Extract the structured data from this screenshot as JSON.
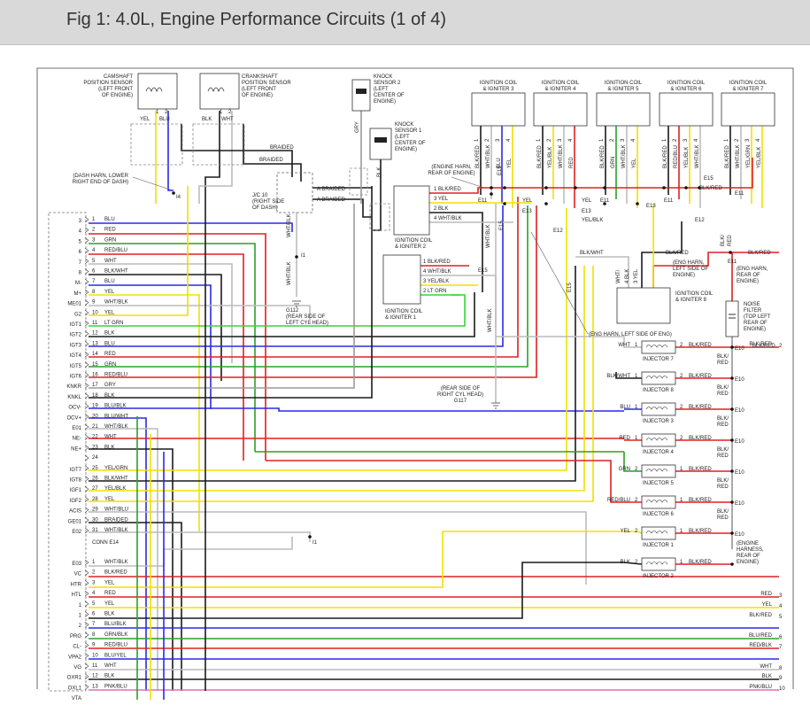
{
  "title": "Fig 1: 4.0L, Engine Performance Circuits (1 of 4)",
  "sensors": {
    "camshaft": [
      "CAMSHAFT",
      "POSITION SENSOR",
      "(LEFT FRONT",
      "OF ENGINE)"
    ],
    "crankshaft": [
      "CRANKSHAFT",
      "POSITION SENSOR",
      "(LEFT FRONT",
      "OF ENGINE)"
    ],
    "knock2": [
      "KNOCK",
      "SENSOR 2",
      "(LEFT",
      "CENTER OF",
      "ENGINE)"
    ],
    "knock1": [
      "KNOCK",
      "SENSOR 1",
      "(LEFT",
      "CENTER OF",
      "ENGINE)"
    ],
    "cam_pins": [
      "1",
      "2"
    ],
    "cam_wires": [
      "YEL",
      "BLU"
    ],
    "crank_pins": [
      "1",
      "2"
    ],
    "crank_wires": [
      "BLK",
      "WHT"
    ],
    "gry": "GRY",
    "blk": "BLK"
  },
  "coils_top": [
    "IGNITION COIL & IGNITER 3",
    "IGNITION COIL & IGNITER 4",
    "IGNITION COIL & IGNITER 5",
    "IGNITION COIL & IGNITER 6",
    "IGNITION COIL & IGNITER 7"
  ],
  "coil_wires": [
    [
      "BLK/RED",
      "WHT/BLK",
      "BLU",
      "YEL"
    ],
    [
      "BLK/RED",
      "YEL/BLK",
      "WHT/BLK",
      "RED"
    ],
    [
      "BLK/RED",
      "GRN",
      "WHT/BLK",
      "YEL"
    ],
    [
      "BLK/RED",
      "RED/BLU",
      "YEL/BLK",
      "WHT/BLK"
    ],
    [
      "BLK/RED",
      "WHT/BLK",
      "YEL/GRN",
      "YEL/BLK"
    ]
  ],
  "labels": {
    "braided1": "BRAIDED",
    "braided2": "BRAIDED",
    "dash_harn": [
      "(DASH HARN, LOWER",
      "RIGHT END OF DASH)"
    ],
    "i4": "I4",
    "jc10": [
      "J/C 10",
      "(RIGHT SIDE",
      "OF DASH)"
    ],
    "jc_braided": [
      "A BRAIDED",
      "A BRAIDED"
    ],
    "eng_harn_rear": [
      "(ENGINE HARN,",
      "REAR OF ENGINE)"
    ],
    "e15": "E15",
    "e11": "E11",
    "e12": "E12",
    "e13": "E13",
    "blk_red": "BLK/RED",
    "i1": "I1",
    "g112": [
      "G112",
      "(REAR SIDE OF",
      "LEFT CYL HEAD)"
    ],
    "g117": [
      "(REAR SIDE OF",
      "RIGHT CYL HEAD)",
      "G117"
    ],
    "coil2": [
      "IGNITION COIL",
      "& IGNITER 2"
    ],
    "coil1": [
      "IGNITION COIL",
      "& IGNITER 1"
    ],
    "coil8": [
      "IGNITION COIL",
      "& IGNITER 8"
    ],
    "coil2_pins": [
      "1 BLK/RED",
      "3 YEL",
      "2 BLK",
      "4 WHT/BLK"
    ],
    "coil1_pins": [
      "1 BLK/RED",
      "4 WHT/BLK",
      "3 YEL/BLK",
      "2 LT GRN"
    ],
    "eng_harn_left": "(ENG HARN, LEFT SIDE OF ENG)",
    "eng_harn_left2": [
      "(ENG HARN,",
      "LEFT SIDE OF",
      "ENGINE)"
    ],
    "eng_harn_rear2": [
      "(ENG HARN,",
      "REAR OF",
      "ENGINE)"
    ],
    "noise_filter": [
      "NOISE",
      "FILTER",
      "(TOP LEFT",
      "REAR OF",
      "ENGINE)"
    ],
    "blk_wht": "BLK/WHT",
    "yel_blk": "YEL/BLK",
    "wht_blk": "WHT/BLK",
    "yel": "YEL",
    "blk": "BLK",
    "e11b": "E11",
    "e10": "E10",
    "blk_red_e11": "BLK/RED",
    "engine_harness": [
      "(ENGINE",
      "HARNESS,",
      "REAR OF",
      "ENGINE)"
    ],
    "conn": "CONN E14",
    "i1b": "I1"
  },
  "injectors": [
    {
      "label": "INJECTOR 7",
      "in": "WHT",
      "out": "BLK/RED",
      "blkred": "BLK/ RED",
      "e": "E10"
    },
    {
      "label": "INJECTOR 8",
      "in": "BLK/WHT",
      "out": "BLK/RED",
      "blkred": "BLK/ RED",
      "e": "E10"
    },
    {
      "label": "INJECTOR 3",
      "in": "BLU",
      "out": "BLK/RED",
      "blkred": "BLK/ RED",
      "e": "E10"
    },
    {
      "label": "INJECTOR 4",
      "in": "RED",
      "out": "BLK/RED",
      "blkred": "BLK/ RED",
      "e": "E10"
    },
    {
      "label": "INJECTOR 5",
      "in": "GRN",
      "out": "BLK/RED",
      "blkred": "BLK/ RED",
      "e": "E10"
    },
    {
      "label": "INJECTOR 6",
      "in": "RED/BLU",
      "out": "BLK/RED",
      "blkred": "BLK/ RED",
      "e": "E10"
    },
    {
      "label": "INJECTOR 1",
      "in": "YEL",
      "out": "BLK/RED",
      "blkred": "",
      "e": "E10"
    },
    {
      "label": "INJECTOR 2",
      "in": "BLK",
      "out": "BLK/RED",
      "blkred": "",
      "e": ""
    }
  ],
  "pin_pairs": [
    [
      "1",
      "2"
    ],
    [
      "1",
      "2"
    ],
    [
      "1",
      "2"
    ],
    [
      "1",
      "2"
    ],
    [
      "2",
      "1"
    ],
    [
      "2",
      "1"
    ],
    [
      "2",
      "1"
    ],
    [
      "2",
      "1"
    ]
  ],
  "ecm_a": [
    {
      "term": "3",
      "pin": "1",
      "wire": "BLU"
    },
    {
      "term": "4",
      "pin": "2",
      "wire": "RED"
    },
    {
      "term": "5",
      "pin": "3",
      "wire": "GRN"
    },
    {
      "term": "6",
      "pin": "4",
      "wire": "RED/BLU"
    },
    {
      "term": "7",
      "pin": "5",
      "wire": "WHT"
    },
    {
      "term": "8",
      "pin": "6",
      "wire": "BLK/WHT"
    },
    {
      "term": "M-",
      "pin": "7",
      "wire": "BLU"
    },
    {
      "term": "M+",
      "pin": "8",
      "wire": "YEL"
    },
    {
      "term": "ME01",
      "pin": "9",
      "wire": "WHT/BLK"
    },
    {
      "term": "G2",
      "pin": "10",
      "wire": "YEL"
    },
    {
      "term": "IGT1",
      "pin": "11",
      "wire": "LT GRN"
    },
    {
      "term": "IGT2",
      "pin": "12",
      "wire": "BLK"
    },
    {
      "term": "IGT3",
      "pin": "13",
      "wire": "BLU"
    },
    {
      "term": "IGT4",
      "pin": "14",
      "wire": "RED"
    },
    {
      "term": "IGT5",
      "pin": "15",
      "wire": "GRN"
    },
    {
      "term": "IGT6",
      "pin": "16",
      "wire": "RED/BLU"
    },
    {
      "term": "KNKR",
      "pin": "17",
      "wire": "GRY"
    },
    {
      "term": "KNKL",
      "pin": "18",
      "wire": "BLK"
    },
    {
      "term": "OCV-",
      "pin": "19",
      "wire": "BLU/BLK"
    },
    {
      "term": "OCV+",
      "pin": "20",
      "wire": "BLU/WHT"
    },
    {
      "term": "E01",
      "pin": "21",
      "wire": "WHT/BLK"
    },
    {
      "term": "NE-",
      "pin": "22",
      "wire": "WHT"
    },
    {
      "term": "NE+",
      "pin": "23",
      "wire": "BLK"
    },
    {
      "term": "",
      "pin": "24",
      "wire": ""
    },
    {
      "term": "IGT7",
      "pin": "25",
      "wire": "YEL/GRN"
    },
    {
      "term": "IGT8",
      "pin": "26",
      "wire": "BLK/WHT"
    },
    {
      "term": "IGF1",
      "pin": "27",
      "wire": "YEL/BLK"
    },
    {
      "term": "IGF2",
      "pin": "28",
      "wire": "YEL"
    },
    {
      "term": "ACIS",
      "pin": "29",
      "wire": "WHT/BLU"
    },
    {
      "term": "GE01",
      "pin": "30",
      "wire": "BRAIDED"
    },
    {
      "term": "E02",
      "pin": "31",
      "wire": "WHT/BLK"
    }
  ],
  "ecm_b": [
    {
      "term": "E03",
      "pin": "1",
      "wire": "WHT/BLK"
    },
    {
      "term": "VC",
      "pin": "2",
      "wire": "BLK/RED"
    },
    {
      "term": "HTR",
      "pin": "3",
      "wire": "YEL"
    },
    {
      "term": "HTL",
      "pin": "4",
      "wire": "RED"
    },
    {
      "term": "1",
      "pin": "5",
      "wire": "YEL"
    },
    {
      "term": "1",
      "pin": "6",
      "wire": "BLK"
    },
    {
      "term": "2",
      "pin": "7",
      "wire": "BLU/BLK"
    },
    {
      "term": "PRG",
      "pin": "8",
      "wire": "GRN/BLK"
    },
    {
      "term": "CL-",
      "pin": "9",
      "wire": "RED/BLU"
    },
    {
      "term": "VPA2",
      "pin": "10",
      "wire": "BLU/YEL"
    },
    {
      "term": "VG",
      "pin": "11",
      "wire": "WHT"
    },
    {
      "term": "OXR1",
      "pin": "12",
      "wire": "BLK"
    },
    {
      "term": "OXL1",
      "pin": "13",
      "wire": "PNK/BLU"
    },
    {
      "term": "VTA",
      "pin": "",
      "wire": ""
    }
  ],
  "right_exits": [
    {
      "wire": "BLK/RED",
      "num": "2"
    },
    {
      "wire": "RED",
      "num": "3"
    },
    {
      "wire": "YEL",
      "num": "4"
    },
    {
      "wire": "BLK/RED",
      "num": "5"
    },
    {
      "wire": "BLU/RED",
      "num": "6"
    },
    {
      "wire": "RED/BLK",
      "num": "7"
    },
    {
      "wire": "WHT",
      "num": "8"
    },
    {
      "wire": "BLK",
      "num": "9"
    },
    {
      "wire": "PNK/BLU",
      "num": "10"
    }
  ],
  "colors": {
    "BLU": "#2a2ae6",
    "RED": "#e02020",
    "GRN": "#2aa02a",
    "YEL": "#f0e000",
    "WHT": "#bcbcbc",
    "BLK": "#1a1a1a",
    "GRY": "#9a9a9a",
    "LT GRN": "#34d634",
    "BRAIDED": "#1a1a1a",
    "PNK": "#e070b0",
    "PINKISH": "#e6a8e6"
  }
}
